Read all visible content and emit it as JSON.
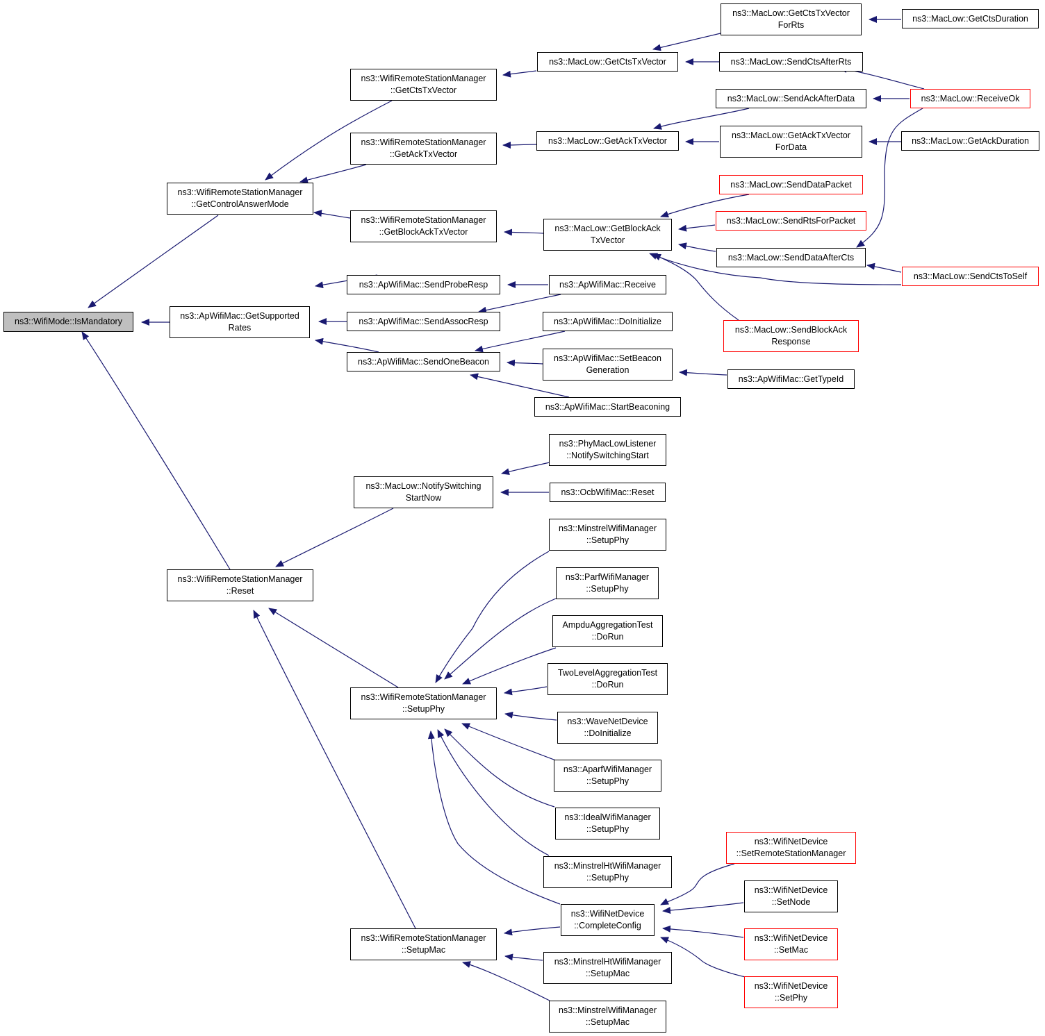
{
  "graph": {
    "edge_color": "#191970",
    "node_border": "#000000",
    "truncated_border": "#ff0000",
    "root_fill": "#bfbfbf",
    "nodes": [
      {
        "id": "root",
        "label": "ns3::WifiMode::IsMandatory",
        "root": true
      },
      {
        "id": "getControlAnswerMode",
        "label": "ns3::WifiRemoteStationManager\n::GetControlAnswerMode"
      },
      {
        "id": "getSupportedRates",
        "label": "ns3::ApWifiMac::GetSupported\nRates"
      },
      {
        "id": "wrsmReset",
        "label": "ns3::WifiRemoteStationManager\n::Reset"
      },
      {
        "id": "wrsmGetCtsTxVector",
        "label": "ns3::WifiRemoteStationManager\n::GetCtsTxVector"
      },
      {
        "id": "wrsmGetAckTxVector",
        "label": "ns3::WifiRemoteStationManager\n::GetAckTxVector"
      },
      {
        "id": "wrsmGetBlockAckTxVector",
        "label": "ns3::WifiRemoteStationManager\n::GetBlockAckTxVector"
      },
      {
        "id": "sendProbeResp",
        "label": "ns3::ApWifiMac::SendProbeResp"
      },
      {
        "id": "sendAssocResp",
        "label": "ns3::ApWifiMac::SendAssocResp"
      },
      {
        "id": "sendOneBeacon",
        "label": "ns3::ApWifiMac::SendOneBeacon"
      },
      {
        "id": "notifySwitchingStartNow",
        "label": "ns3::MacLow::NotifySwitching\nStartNow"
      },
      {
        "id": "wrsmSetupPhy",
        "label": "ns3::WifiRemoteStationManager\n::SetupPhy"
      },
      {
        "id": "wrsmSetupMac",
        "label": "ns3::WifiRemoteStationManager\n::SetupMac"
      },
      {
        "id": "mlGetCtsTxVector",
        "label": "ns3::MacLow::GetCtsTxVector"
      },
      {
        "id": "mlGetAckTxVector",
        "label": "ns3::MacLow::GetAckTxVector"
      },
      {
        "id": "mlGetBlockAckTxVector",
        "label": "ns3::MacLow::GetBlockAck\nTxVector"
      },
      {
        "id": "apReceive",
        "label": "ns3::ApWifiMac::Receive"
      },
      {
        "id": "apDoInitialize",
        "label": "ns3::ApWifiMac::DoInitialize"
      },
      {
        "id": "apSetBeaconGeneration",
        "label": "ns3::ApWifiMac::SetBeacon\nGeneration"
      },
      {
        "id": "apStartBeaconing",
        "label": "ns3::ApWifiMac::StartBeaconing"
      },
      {
        "id": "phyNotifySwitchingStart",
        "label": "ns3::PhyMacLowListener\n::NotifySwitchingStart"
      },
      {
        "id": "ocbReset",
        "label": "ns3::OcbWifiMac::Reset"
      },
      {
        "id": "minstrelSetupPhy",
        "label": "ns3::MinstrelWifiManager\n::SetupPhy"
      },
      {
        "id": "parfSetupPhy",
        "label": "ns3::ParfWifiManager\n::SetupPhy"
      },
      {
        "id": "ampduDoRun",
        "label": "AmpduAggregationTest\n::DoRun"
      },
      {
        "id": "twoLevelDoRun",
        "label": "TwoLevelAggregationTest\n::DoRun"
      },
      {
        "id": "waveDoInitialize",
        "label": "ns3::WaveNetDevice\n::DoInitialize"
      },
      {
        "id": "aparfSetupPhy",
        "label": "ns3::AparfWifiManager\n::SetupPhy"
      },
      {
        "id": "idealSetupPhy",
        "label": "ns3::IdealWifiManager\n::SetupPhy"
      },
      {
        "id": "minstrelHtSetupPhy",
        "label": "ns3::MinstrelHtWifiManager\n::SetupPhy"
      },
      {
        "id": "completeConfig",
        "label": "ns3::WifiNetDevice\n::CompleteConfig"
      },
      {
        "id": "minstrelHtSetupMac",
        "label": "ns3::MinstrelHtWifiManager\n::SetupMac"
      },
      {
        "id": "minstrelSetupMac",
        "label": "ns3::MinstrelWifiManager\n::SetupMac"
      },
      {
        "id": "mlGetCtsTxVectorForRts",
        "label": "ns3::MacLow::GetCtsTxVector\nForRts"
      },
      {
        "id": "mlSendCtsAfterRts",
        "label": "ns3::MacLow::SendCtsAfterRts"
      },
      {
        "id": "mlSendAckAfterData",
        "label": "ns3::MacLow::SendAckAfterData"
      },
      {
        "id": "mlGetAckTxVectorForData",
        "label": "ns3::MacLow::GetAckTxVector\nForData"
      },
      {
        "id": "mlSendDataPacket",
        "label": "ns3::MacLow::SendDataPacket",
        "truncated": true
      },
      {
        "id": "mlSendRtsForPacket",
        "label": "ns3::MacLow::SendRtsForPacket",
        "truncated": true
      },
      {
        "id": "mlSendDataAfterCts",
        "label": "ns3::MacLow::SendDataAfterCts"
      },
      {
        "id": "mlSendBlockAckResponse",
        "label": "ns3::MacLow::SendBlockAck\nResponse",
        "truncated": true
      },
      {
        "id": "apGetTypeId",
        "label": "ns3::ApWifiMac::GetTypeId"
      },
      {
        "id": "wndSetRemoteStationManager",
        "label": "ns3::WifiNetDevice\n::SetRemoteStationManager",
        "truncated": true
      },
      {
        "id": "wndSetNode",
        "label": "ns3::WifiNetDevice\n::SetNode"
      },
      {
        "id": "wndSetMac",
        "label": "ns3::WifiNetDevice\n::SetMac",
        "truncated": true
      },
      {
        "id": "wndSetPhy",
        "label": "ns3::WifiNetDevice\n::SetPhy",
        "truncated": true
      },
      {
        "id": "mlGetCtsDuration",
        "label": "ns3::MacLow::GetCtsDuration"
      },
      {
        "id": "mlReceiveOk",
        "label": "ns3::MacLow::ReceiveOk",
        "truncated": true
      },
      {
        "id": "mlGetAckDuration",
        "label": "ns3::MacLow::GetAckDuration"
      },
      {
        "id": "mlSendCtsToSelf",
        "label": "ns3::MacLow::SendCtsToSelf",
        "truncated": true
      }
    ],
    "edges": [
      [
        "getControlAnswerMode",
        "root"
      ],
      [
        "getSupportedRates",
        "root"
      ],
      [
        "wrsmReset",
        "root"
      ],
      [
        "wrsmGetCtsTxVector",
        "getControlAnswerMode"
      ],
      [
        "wrsmGetAckTxVector",
        "getControlAnswerMode"
      ],
      [
        "wrsmGetBlockAckTxVector",
        "getControlAnswerMode"
      ],
      [
        "sendProbeResp",
        "getSupportedRates"
      ],
      [
        "sendAssocResp",
        "getSupportedRates"
      ],
      [
        "sendOneBeacon",
        "getSupportedRates"
      ],
      [
        "notifySwitchingStartNow",
        "wrsmReset"
      ],
      [
        "wrsmSetupPhy",
        "wrsmReset"
      ],
      [
        "wrsmSetupMac",
        "wrsmReset"
      ],
      [
        "mlGetCtsTxVector",
        "wrsmGetCtsTxVector"
      ],
      [
        "mlGetAckTxVector",
        "wrsmGetAckTxVector"
      ],
      [
        "mlGetBlockAckTxVector",
        "wrsmGetBlockAckTxVector"
      ],
      [
        "apReceive",
        "sendProbeResp"
      ],
      [
        "apReceive",
        "sendAssocResp"
      ],
      [
        "apDoInitialize",
        "sendOneBeacon"
      ],
      [
        "apSetBeaconGeneration",
        "sendOneBeacon"
      ],
      [
        "apStartBeaconing",
        "sendOneBeacon"
      ],
      [
        "phyNotifySwitchingStart",
        "notifySwitchingStartNow"
      ],
      [
        "ocbReset",
        "notifySwitchingStartNow"
      ],
      [
        "minstrelSetupPhy",
        "wrsmSetupPhy"
      ],
      [
        "parfSetupPhy",
        "wrsmSetupPhy"
      ],
      [
        "ampduDoRun",
        "wrsmSetupPhy"
      ],
      [
        "twoLevelDoRun",
        "wrsmSetupPhy"
      ],
      [
        "waveDoInitialize",
        "wrsmSetupPhy"
      ],
      [
        "aparfSetupPhy",
        "wrsmSetupPhy"
      ],
      [
        "idealSetupPhy",
        "wrsmSetupPhy"
      ],
      [
        "minstrelHtSetupPhy",
        "wrsmSetupPhy"
      ],
      [
        "completeConfig",
        "wrsmSetupPhy"
      ],
      [
        "completeConfig",
        "wrsmSetupMac"
      ],
      [
        "minstrelHtSetupMac",
        "wrsmSetupMac"
      ],
      [
        "minstrelSetupMac",
        "wrsmSetupMac"
      ],
      [
        "mlGetCtsTxVectorForRts",
        "mlGetCtsTxVector"
      ],
      [
        "mlSendCtsAfterRts",
        "mlGetCtsTxVector"
      ],
      [
        "mlSendAckAfterData",
        "mlGetAckTxVector"
      ],
      [
        "mlGetAckTxVectorForData",
        "mlGetAckTxVector"
      ],
      [
        "mlSendDataPacket",
        "mlGetBlockAckTxVector"
      ],
      [
        "mlSendRtsForPacket",
        "mlGetBlockAckTxVector"
      ],
      [
        "mlSendDataAfterCts",
        "mlGetBlockAckTxVector"
      ],
      [
        "mlSendCtsToSelf",
        "mlGetBlockAckTxVector"
      ],
      [
        "mlSendBlockAckResponse",
        "mlGetBlockAckTxVector"
      ],
      [
        "apGetTypeId",
        "apSetBeaconGeneration"
      ],
      [
        "wndSetRemoteStationManager",
        "completeConfig"
      ],
      [
        "wndSetNode",
        "completeConfig"
      ],
      [
        "wndSetMac",
        "completeConfig"
      ],
      [
        "wndSetPhy",
        "completeConfig"
      ],
      [
        "mlGetCtsDuration",
        "mlGetCtsTxVectorForRts"
      ],
      [
        "mlReceiveOk",
        "mlSendCtsAfterRts"
      ],
      [
        "mlReceiveOk",
        "mlSendAckAfterData"
      ],
      [
        "mlReceiveOk",
        "mlSendDataAfterCts"
      ],
      [
        "mlGetAckDuration",
        "mlGetAckTxVectorForData"
      ],
      [
        "mlSendCtsToSelf",
        "mlSendDataAfterCts"
      ]
    ]
  }
}
